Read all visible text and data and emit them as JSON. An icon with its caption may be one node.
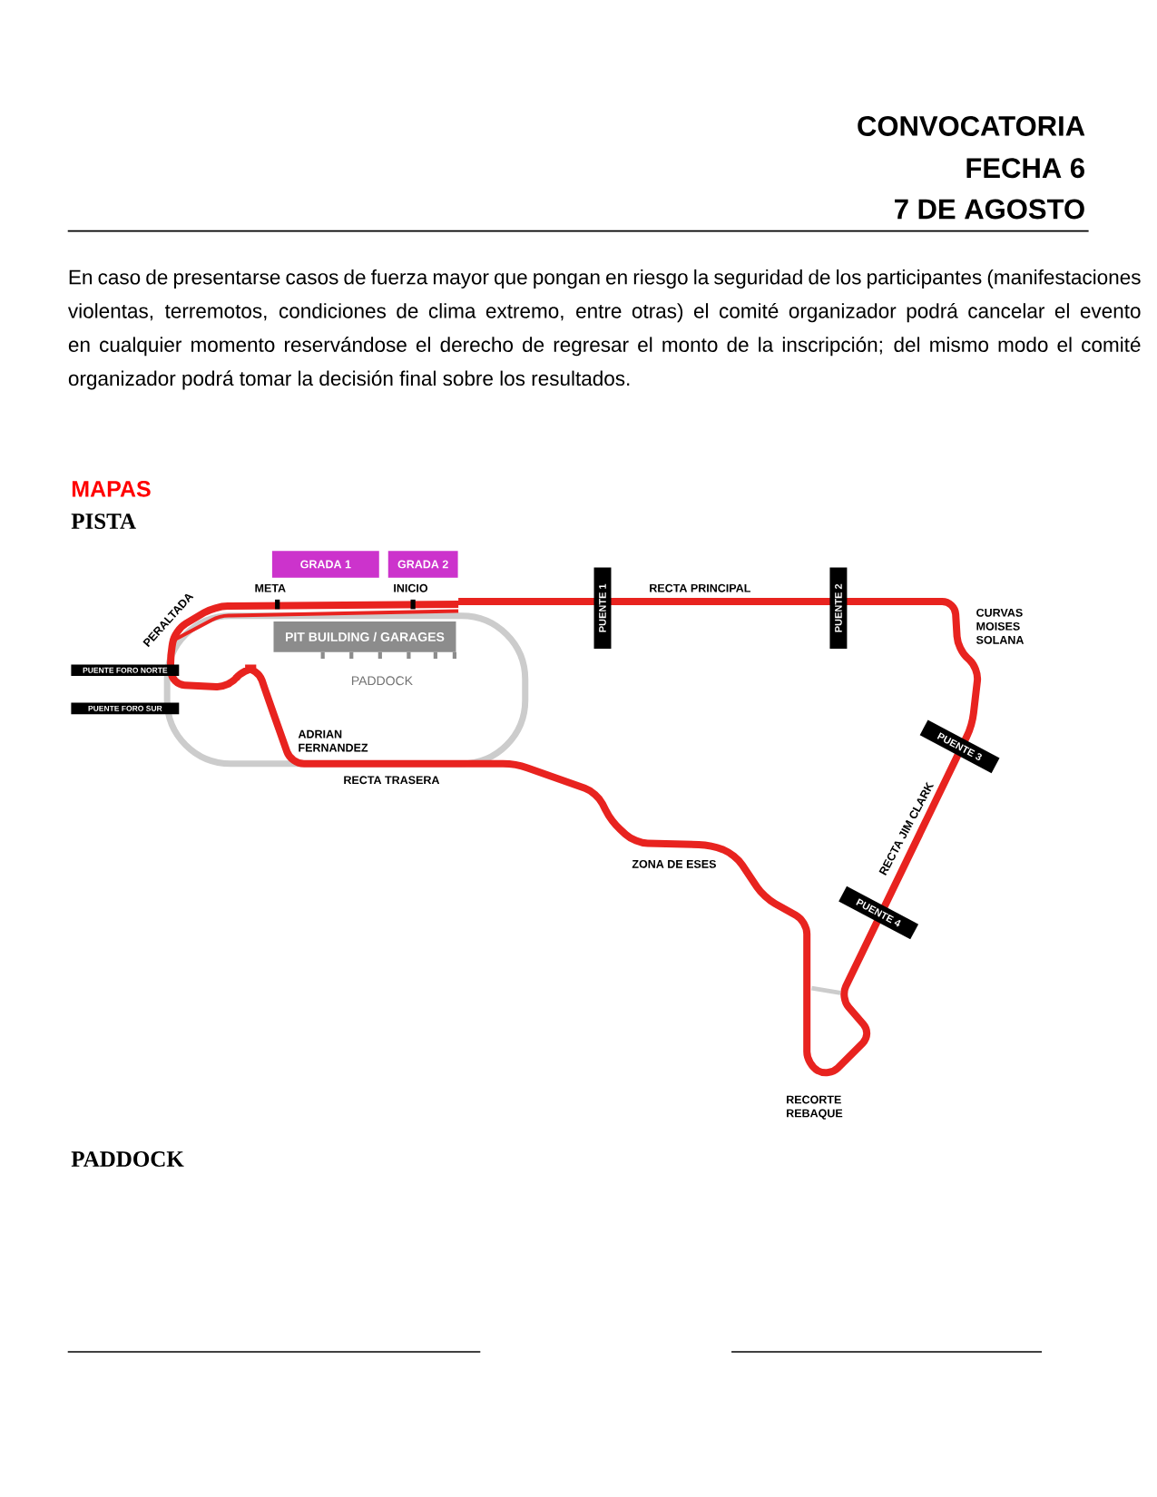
{
  "diagram": {
    "nodes": [
      {
        "text": [
          "GRADA 1"
        ]
      },
      {
        "text": [
          "GRADA 2"
        ]
      },
      {
        "text": [
          "PIT BUILDING / GARAGES"
        ]
      },
      {
        "text": [
          "PUENTE FORO NORTE"
        ]
      },
      {
        "text": [
          "PUENTE FORO SUR"
        ]
      },
      {
        "text": [
          "PUENTE 1"
        ]
      },
      {
        "text": [
          "PUENTE 2"
        ]
      },
      {
        "text": [
          "PUENTE 3"
        ]
      },
      {
        "text": [
          "PUENTE 4"
        ]
      }
    ],
    "labels": [
      "CONVOCATORIA",
      "FECHA 6",
      "7 DE AGOSTO",
      "En caso de presentarse casos de fuerza mayor que pongan en riesgo la seguridad de los participantes (manifestaciones violentas, terremotos, condiciones de clima extremo, entre otras) el comité organizador podrá cancelar el evento en cualquier momento reservándose el derecho de regresar el monto de la inscripción; del mismo modo el comité organizador podrá tomar la decisión final sobre los resultados.",
      "MAPAS",
      "PISTA",
      "META",
      "INICIO",
      "PERALTADA",
      "RECTA PRINCIPAL",
      "CURVAS MOISES SOLANA",
      "PADDOCK",
      "ADRIAN FERNANDEZ",
      "RECTA TRASERA",
      "RECTA JIM CLARK",
      "ZONA DE ESES",
      "RECORTE REBAQUE",
      "PADDOCK"
    ]
  }
}
